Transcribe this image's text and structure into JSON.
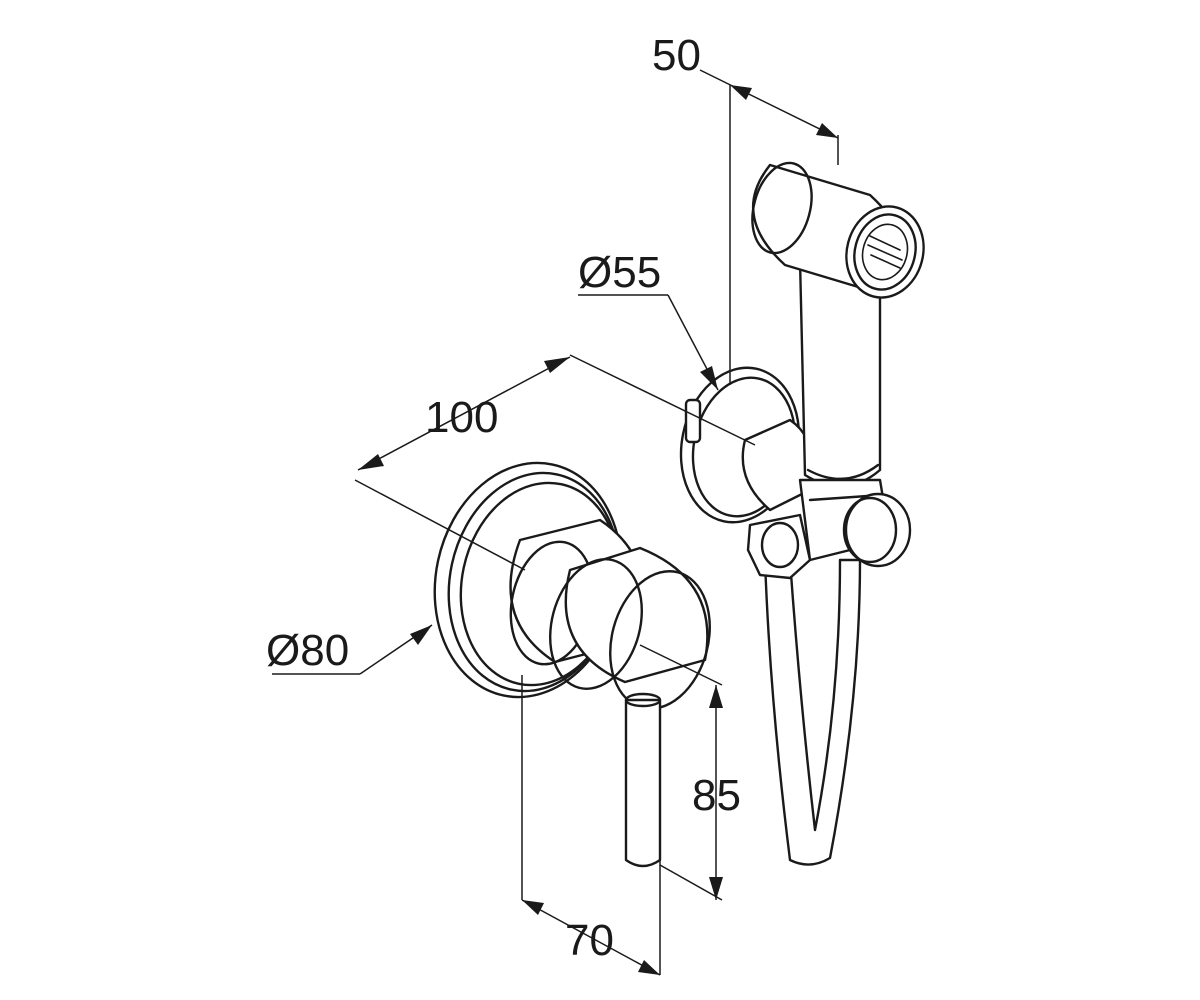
{
  "dimensions": {
    "shower_length": "50",
    "holder_diameter": "Ø55",
    "projection": "100",
    "rosette_diameter": "Ø80",
    "lever_height": "85",
    "lever_offset": "70"
  },
  "colors": {
    "ink": "#1a1a1a",
    "background": "#ffffff"
  }
}
